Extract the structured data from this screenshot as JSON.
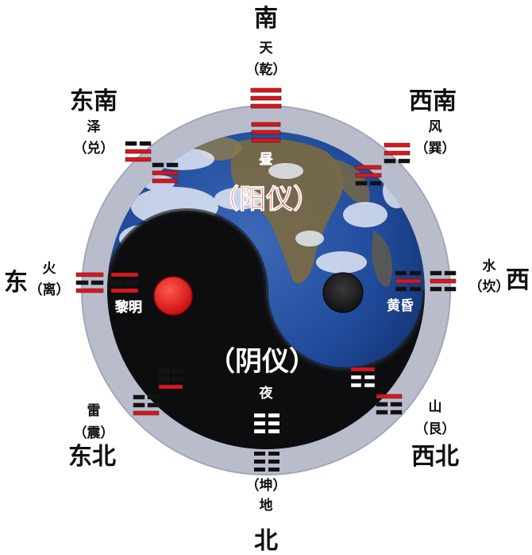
{
  "colors": {
    "ring": "#b9bccb",
    "yang_bar": "#e0141a",
    "yin_bar": "#111111",
    "red_dot": "#e3161b",
    "black_dot": "#0c0c0c",
    "earth_ocean": "#1c3c86",
    "earth_cloud": "#e8eef8",
    "land": "#7a6a44",
    "label_red": "#e0141a"
  },
  "directions": {
    "south": "南",
    "north": "北",
    "east": "东",
    "west": "西",
    "southeast": "东南",
    "southwest": "西南",
    "northeast": "东北",
    "northwest": "西北"
  },
  "trigrams": {
    "qian": {
      "line1": "天",
      "line2": "（乾）"
    },
    "dui": {
      "line1": "泽",
      "line2": "（兑）"
    },
    "xun": {
      "line1": "风",
      "line2": "（巽）"
    },
    "li": {
      "line1": "火",
      "line2": "（离）"
    },
    "kan": {
      "line1": "水",
      "line2": "（坎）"
    },
    "zhen": {
      "line1": "雷",
      "line2": "（震）"
    },
    "gen": {
      "line1": "山",
      "line2": "（艮）"
    },
    "kun": {
      "line1": "（坤）",
      "line2": "地"
    }
  },
  "labels": {
    "day": "昼",
    "night": "夜",
    "yang_yi": "（阳仪）",
    "yin_yi": "（阴仪）",
    "dawn": "黎明",
    "dusk": "黄昏"
  }
}
